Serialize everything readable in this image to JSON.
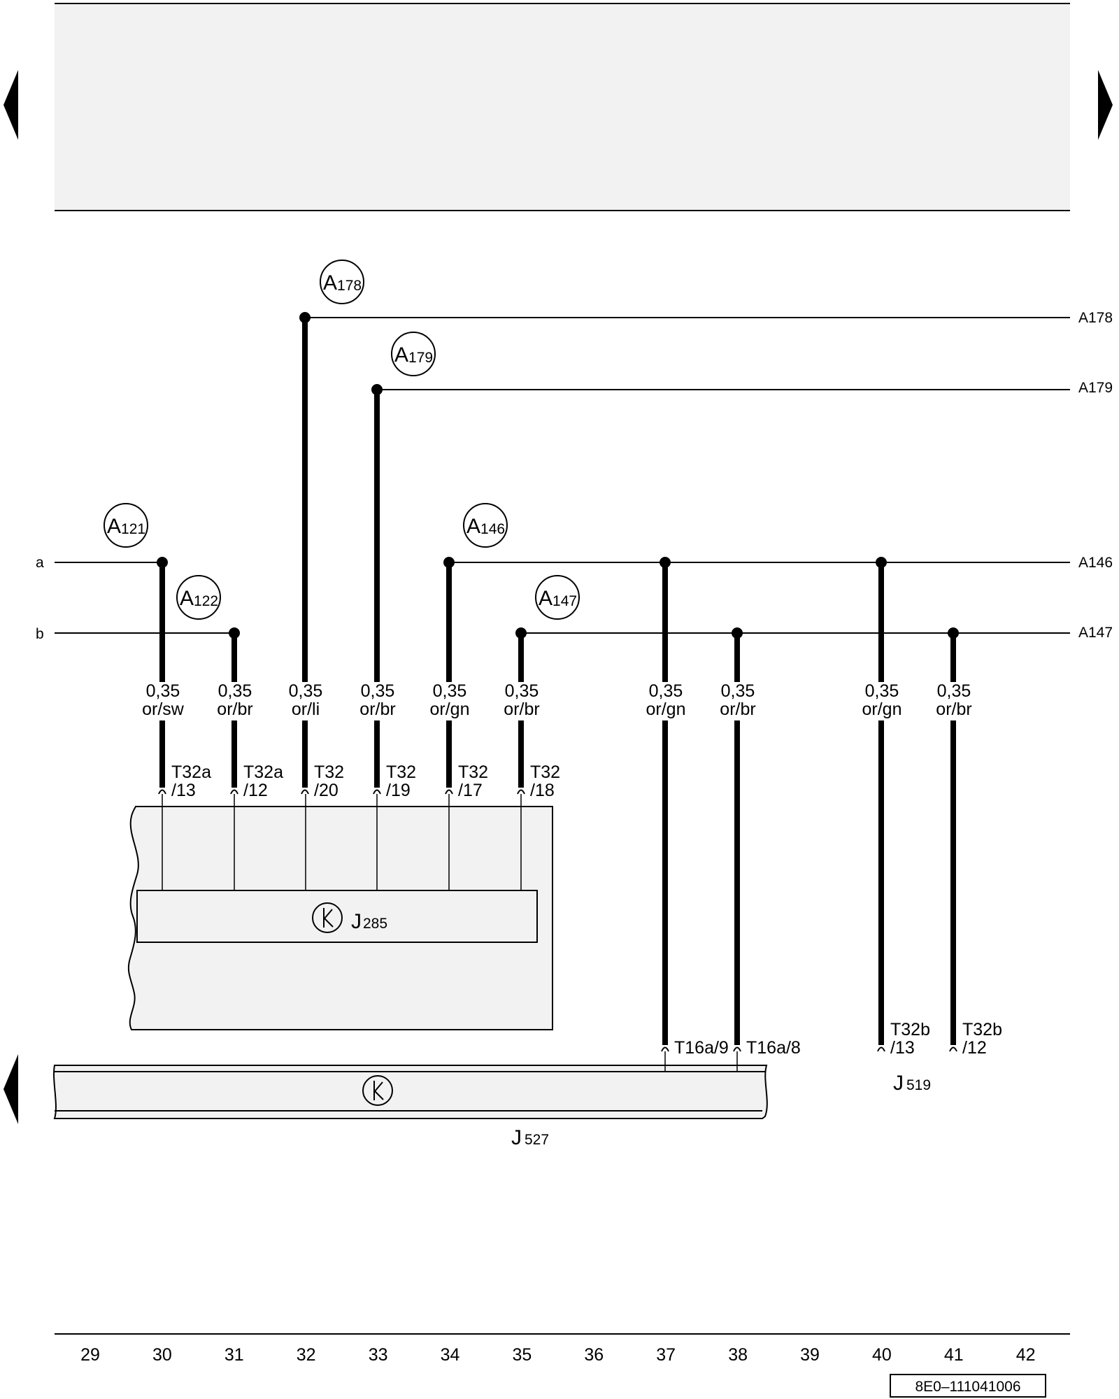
{
  "nav": {
    "prev_top_icon": "triangle-left",
    "next_top_icon": "triangle-right",
    "prev_bottom_icon": "triangle-left"
  },
  "bus_inputs": {
    "a": "a",
    "b": "b"
  },
  "bus_outputs": {
    "A178": "A178",
    "A179": "A179",
    "A146": "A146",
    "A147": "A147"
  },
  "connection_points": [
    {
      "letter": "A",
      "num": "121"
    },
    {
      "letter": "A",
      "num": "122"
    },
    {
      "letter": "A",
      "num": "178"
    },
    {
      "letter": "A",
      "num": "179"
    },
    {
      "letter": "A",
      "num": "146"
    },
    {
      "letter": "A",
      "num": "147"
    }
  ],
  "wires": [
    {
      "size": "0,35",
      "color": "or/sw",
      "pin1": "T32a",
      "pin2": "/13"
    },
    {
      "size": "0,35",
      "color": "or/br",
      "pin1": "T32a",
      "pin2": "/12"
    },
    {
      "size": "0,35",
      "color": "or/li",
      "pin1": "T32",
      "pin2": "/20"
    },
    {
      "size": "0,35",
      "color": "or/br",
      "pin1": "T32",
      "pin2": "/19"
    },
    {
      "size": "0,35",
      "color": "or/gn",
      "pin1": "T32",
      "pin2": "/17"
    },
    {
      "size": "0,35",
      "color": "or/br",
      "pin1": "T32",
      "pin2": "/18"
    },
    {
      "size": "0,35",
      "color": "or/gn",
      "pin1": "T16a/9",
      "pin2": ""
    },
    {
      "size": "0,35",
      "color": "or/br",
      "pin1": "T16a/8",
      "pin2": ""
    },
    {
      "size": "0,35",
      "color": "or/gn",
      "pin1": "T32b",
      "pin2": "/13"
    },
    {
      "size": "0,35",
      "color": "or/br",
      "pin1": "T32b",
      "pin2": "/12"
    }
  ],
  "components": {
    "J285": {
      "letter": "J",
      "num": "285"
    },
    "J527": {
      "letter": "J",
      "num": "527"
    },
    "J519": {
      "letter": "J",
      "num": "519"
    }
  },
  "track_numbers": [
    "29",
    "30",
    "31",
    "32",
    "33",
    "34",
    "35",
    "36",
    "37",
    "38",
    "39",
    "40",
    "41",
    "42"
  ],
  "diagram_id": "8E0–111041006"
}
